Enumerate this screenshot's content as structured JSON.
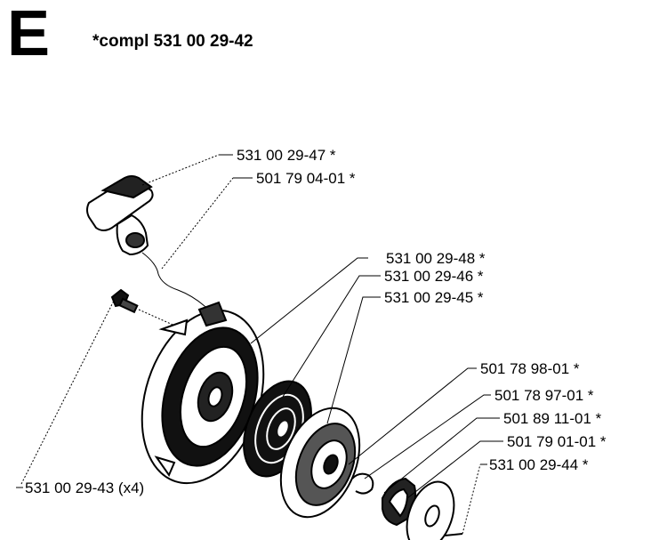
{
  "section": {
    "letter": "E",
    "title": "*compl 531 00 29-42"
  },
  "parts": [
    {
      "id": "handle",
      "number": "531 00 29-47 *"
    },
    {
      "id": "rope",
      "number": "501 79 04-01 *"
    },
    {
      "id": "housing",
      "number": "531 00 29-48 *"
    },
    {
      "id": "spring",
      "number": "531 00 29-46 *"
    },
    {
      "id": "pulley",
      "number": "531 00 29-45 *"
    },
    {
      "id": "part-a",
      "number": "501 78 98-01 *"
    },
    {
      "id": "part-b",
      "number": "501 78 97-01 *"
    },
    {
      "id": "part-c",
      "number": "501 89 11-01 *"
    },
    {
      "id": "part-d",
      "number": "501 79 01-01 *"
    },
    {
      "id": "washer",
      "number": "531 00 29-44 *"
    },
    {
      "id": "screw",
      "number": "531 00 29-43 (x4)"
    }
  ]
}
